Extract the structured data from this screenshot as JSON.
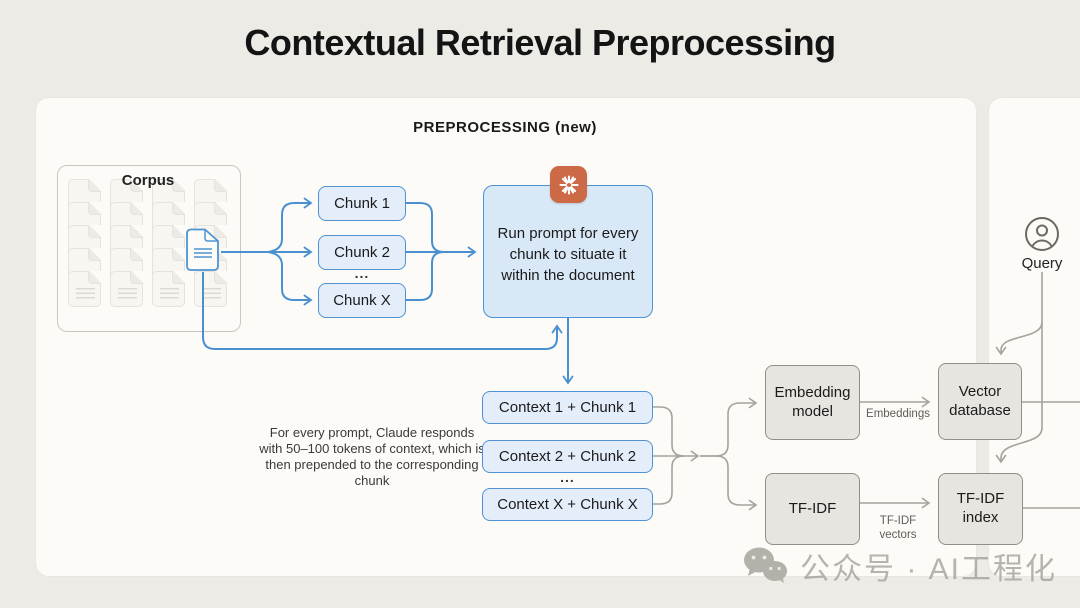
{
  "title": "Contextual Retrieval Preprocessing",
  "section_label": "PREPROCESSING (new)",
  "corpus": {
    "label": "Corpus"
  },
  "chunks": {
    "items": [
      "Chunk 1",
      "Chunk 2",
      "Chunk X"
    ],
    "ellipsis": "..."
  },
  "prompt_box": {
    "text": "Run prompt for every chunk to situate it within the document",
    "icon": "claude-spark-icon",
    "badge_color": "#cc6a47"
  },
  "caption": "For every prompt, Claude responds with 50–100 tokens of context, which is then prepended to the corresponding chunk",
  "contexts": {
    "items": [
      "Context 1 + Chunk 1",
      "Context 2 + Chunk 2",
      "Context X + Chunk X"
    ],
    "ellipsis": "..."
  },
  "pipeline": {
    "embedding_model": "Embedding model",
    "vector_database": "Vector database",
    "tfidf": "TF-IDF",
    "tfidf_index": "TF-IDF index",
    "embeddings_arrow_label": "Embeddings",
    "tfidf_vectors_arrow_label": "TF-IDF vectors"
  },
  "query": {
    "label": "Query"
  },
  "watermark": {
    "text": "公众号 · AI工程化",
    "icon": "wechat-icon"
  },
  "colors": {
    "background": "#ecebe5",
    "panel": "#fcfbf8",
    "blue_line": "#4a90d0",
    "blue_box_fill": "#e4eefa",
    "prompt_box_fill": "#d9e8f7",
    "blue_border": "#4f93d3",
    "gray_line": "#a5a39c",
    "gray_box_fill": "#e7e5e0",
    "gray_border": "#918f88",
    "accent_orange": "#cc6a47"
  }
}
